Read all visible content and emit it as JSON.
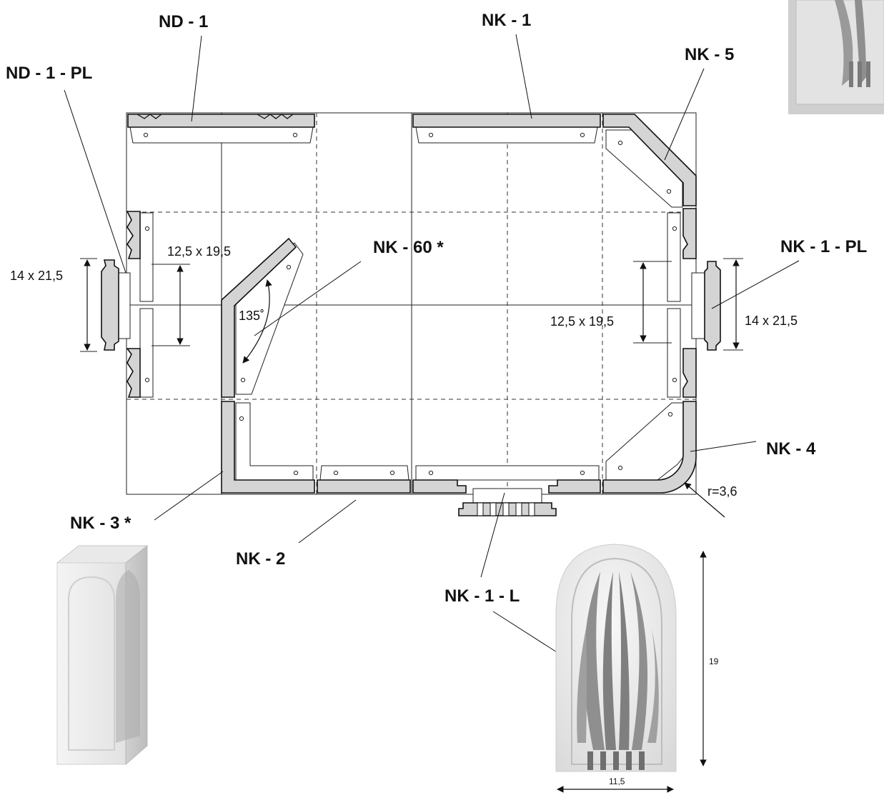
{
  "labels": {
    "nd1": "ND - 1",
    "nd1pl": "ND - 1 - PL",
    "nk1": "NK - 1",
    "nk5": "NK - 5",
    "nk60": "NK - 60  *",
    "nk1pl": "NK - 1 - PL",
    "nk4": "NK - 4",
    "nk3": "NK - 3  *",
    "nk2": "NK - 2",
    "nk1l": "NK - 1 - L"
  },
  "dimensions": {
    "left_outer": "14 x 21,5",
    "left_inner": "12,5 x 19,5",
    "right_inner": "12,5 x 19,5",
    "right_outer": "14 x 21,5",
    "angle": "135˚",
    "radius": "r=3,6",
    "height": "19",
    "width": "11,5"
  },
  "colors": {
    "part_fill": "#d4d4d4",
    "line": "#111111",
    "photo_light": "#f2f2f2",
    "photo_shadow": "#bdbdbd"
  }
}
